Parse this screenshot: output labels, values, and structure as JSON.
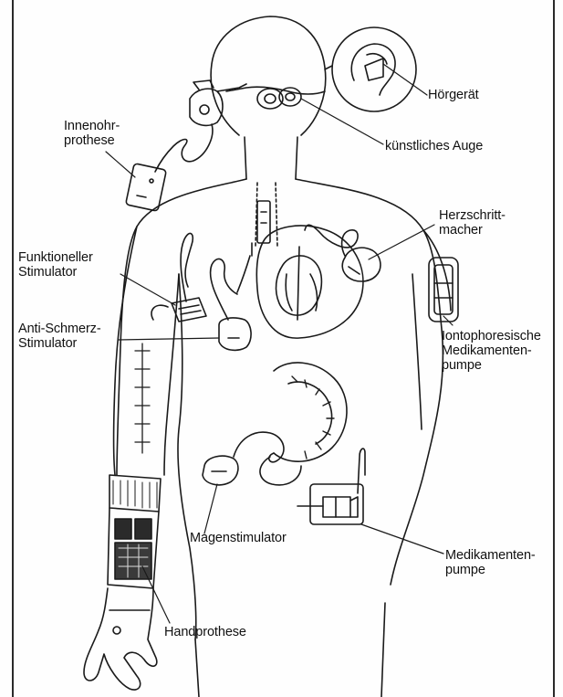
{
  "labels": {
    "hoergeraet": "Hörgerät",
    "innenohr_line1": "Innenohr-",
    "innenohr_line2": "prothese",
    "kuenstliches_auge": "künstliches Auge",
    "herzschritt_line1": "Herzschritt-",
    "herzschritt_line2": "macher",
    "funktioneller_line1": "Funktioneller",
    "funktioneller_line2": "Stimulator",
    "antischmerz_line1": "Anti-Schmerz-",
    "antischmerz_line2": "Stimulator",
    "iontophorese_line1": "Iontophoresische",
    "iontophorese_line2": "Medikamenten-",
    "iontophorese_line3": "pumpe",
    "magenstimulator": "Magenstimulator",
    "medikamenten_line1": "Medikamenten-",
    "medikamenten_line2": "pumpe",
    "handprothese": "Handprothese"
  },
  "colors": {
    "ink": "#1a1a1a",
    "background": "#fefefe",
    "hatch": "#555555"
  }
}
